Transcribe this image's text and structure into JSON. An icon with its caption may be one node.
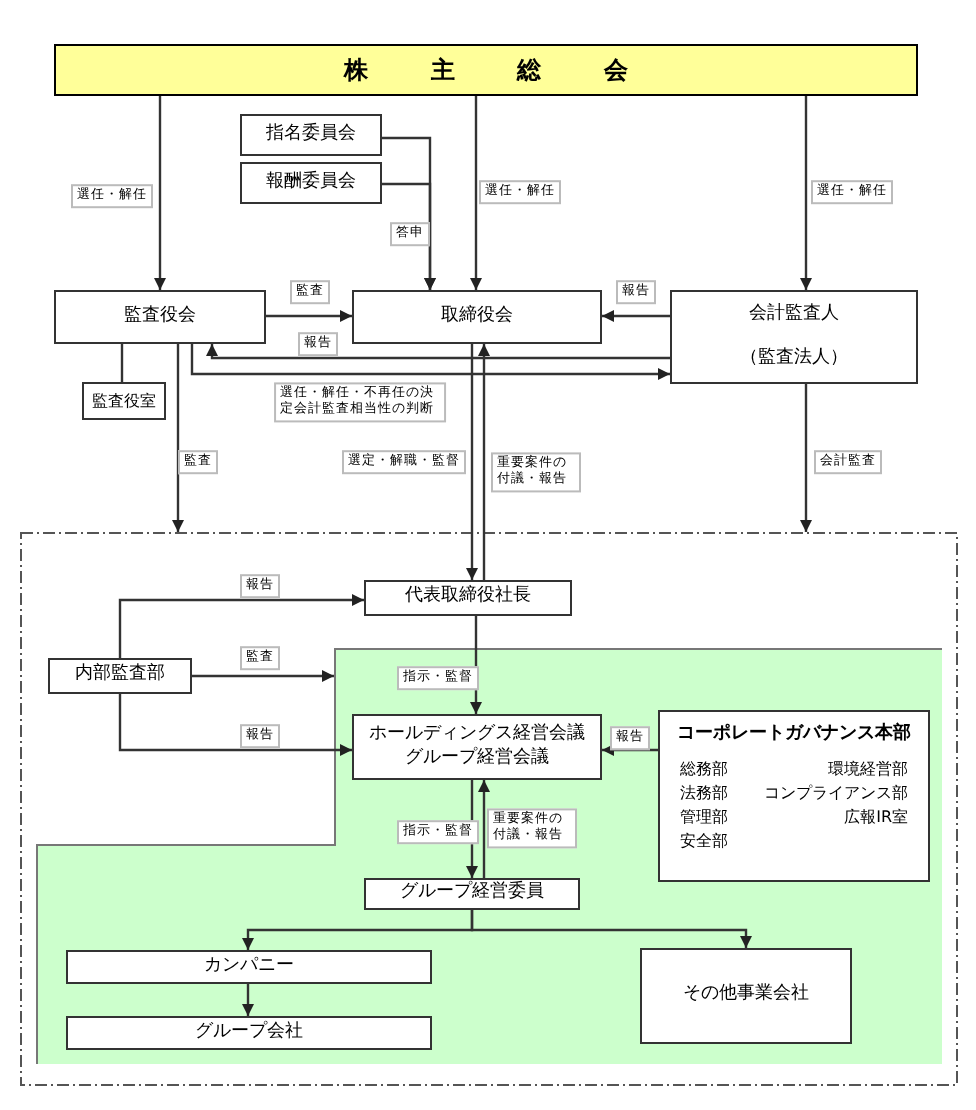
{
  "diagram": {
    "nodes": [
      {
        "text": [
          "株主総会"
        ]
      },
      {
        "text": [
          "指名委員会"
        ]
      },
      {
        "text": [
          "報酬委員会"
        ]
      },
      {
        "text": [
          "監査役会"
        ]
      },
      {
        "text": [
          "取締役会"
        ]
      },
      {
        "text": [
          "会計監査人",
          "（監査法人）"
        ]
      },
      {
        "text": [
          "監査役室"
        ]
      },
      {
        "text": [],
        "shape": "box"
      },
      {
        "text": [
          "代表取締役社長"
        ],
        "in": 7
      },
      {
        "text": [
          "内部監査部"
        ],
        "in": 7
      },
      {
        "text": [],
        "shape": "polygon",
        "in": 7
      },
      {
        "text": [
          "ホールディングス経営会議",
          "グループ経営会議"
        ],
        "in": 10
      },
      {
        "text": [
          "コーポレートガバナンス本部",
          "総務部",
          "環境経営部",
          "法務部",
          "コンプライアンス部",
          "管理部",
          "広報IR室",
          "安全部"
        ],
        "in": 10
      },
      {
        "text": [
          "グループ経営委員"
        ],
        "in": 10
      },
      {
        "text": [
          "カンパニー"
        ],
        "in": 10
      },
      {
        "text": [
          "グループ会社"
        ],
        "in": 10
      },
      {
        "text": [
          "その他事業会社"
        ],
        "in": 10
      }
    ],
    "edges": [
      {
        "from": 0,
        "to": 3,
        "arrow": "to",
        "label": "選任・解任"
      },
      {
        "from": 0,
        "to": 4,
        "arrow": "to",
        "label": "選任・解任"
      },
      {
        "from": 0,
        "to": 5,
        "arrow": "to",
        "label": "選任・解任"
      },
      {
        "from": 1,
        "to": 4,
        "arrow": "to",
        "label": "答申"
      },
      {
        "from": 2,
        "to": 4,
        "arrow": "to"
      },
      {
        "from": 3,
        "to": 4,
        "arrow": "to",
        "label": "監査"
      },
      {
        "from": 5,
        "to": 4,
        "arrow": "to",
        "label": "報告"
      },
      {
        "from": 5,
        "to": 3,
        "arrow": "to",
        "label": "報告"
      },
      {
        "from": 3,
        "to": 5,
        "arrow": "to",
        "label": "選任・解任・不再任の決定会計監査相当性の判断"
      },
      {
        "from": 3,
        "to": 6,
        "arrow": "none"
      },
      {
        "from": 3,
        "to": 7,
        "arrow": "to",
        "label": "監査"
      },
      {
        "from": 5,
        "to": 7,
        "arrow": "to",
        "label": "会計監査"
      },
      {
        "from": 4,
        "to": 8,
        "arrow": "to",
        "label": "選定・解職・監督"
      },
      {
        "from": 8,
        "to": 4,
        "arrow": "to",
        "label": "重要案件の付議・報告"
      },
      {
        "from": 9,
        "to": 8,
        "arrow": "to",
        "label": "報告"
      },
      {
        "from": 9,
        "to": 10,
        "arrow": "to",
        "label": "監査"
      },
      {
        "from": 9,
        "to": 11,
        "arrow": "to",
        "label": "報告"
      },
      {
        "from": 8,
        "to": 11,
        "arrow": "to",
        "label": "指示・監督"
      },
      {
        "from": 12,
        "to": 11,
        "arrow": "to",
        "label": "報告"
      },
      {
        "from": 11,
        "to": 13,
        "arrow": "to",
        "label": "指示・監督"
      },
      {
        "from": 13,
        "to": 11,
        "arrow": "to",
        "label": "重要案件の付議・報告"
      },
      {
        "from": 13,
        "to": 14,
        "arrow": "to"
      },
      {
        "from": 13,
        "to": 16,
        "arrow": "to"
      },
      {
        "from": 14,
        "to": 15,
        "arrow": "to"
      }
    ]
  }
}
